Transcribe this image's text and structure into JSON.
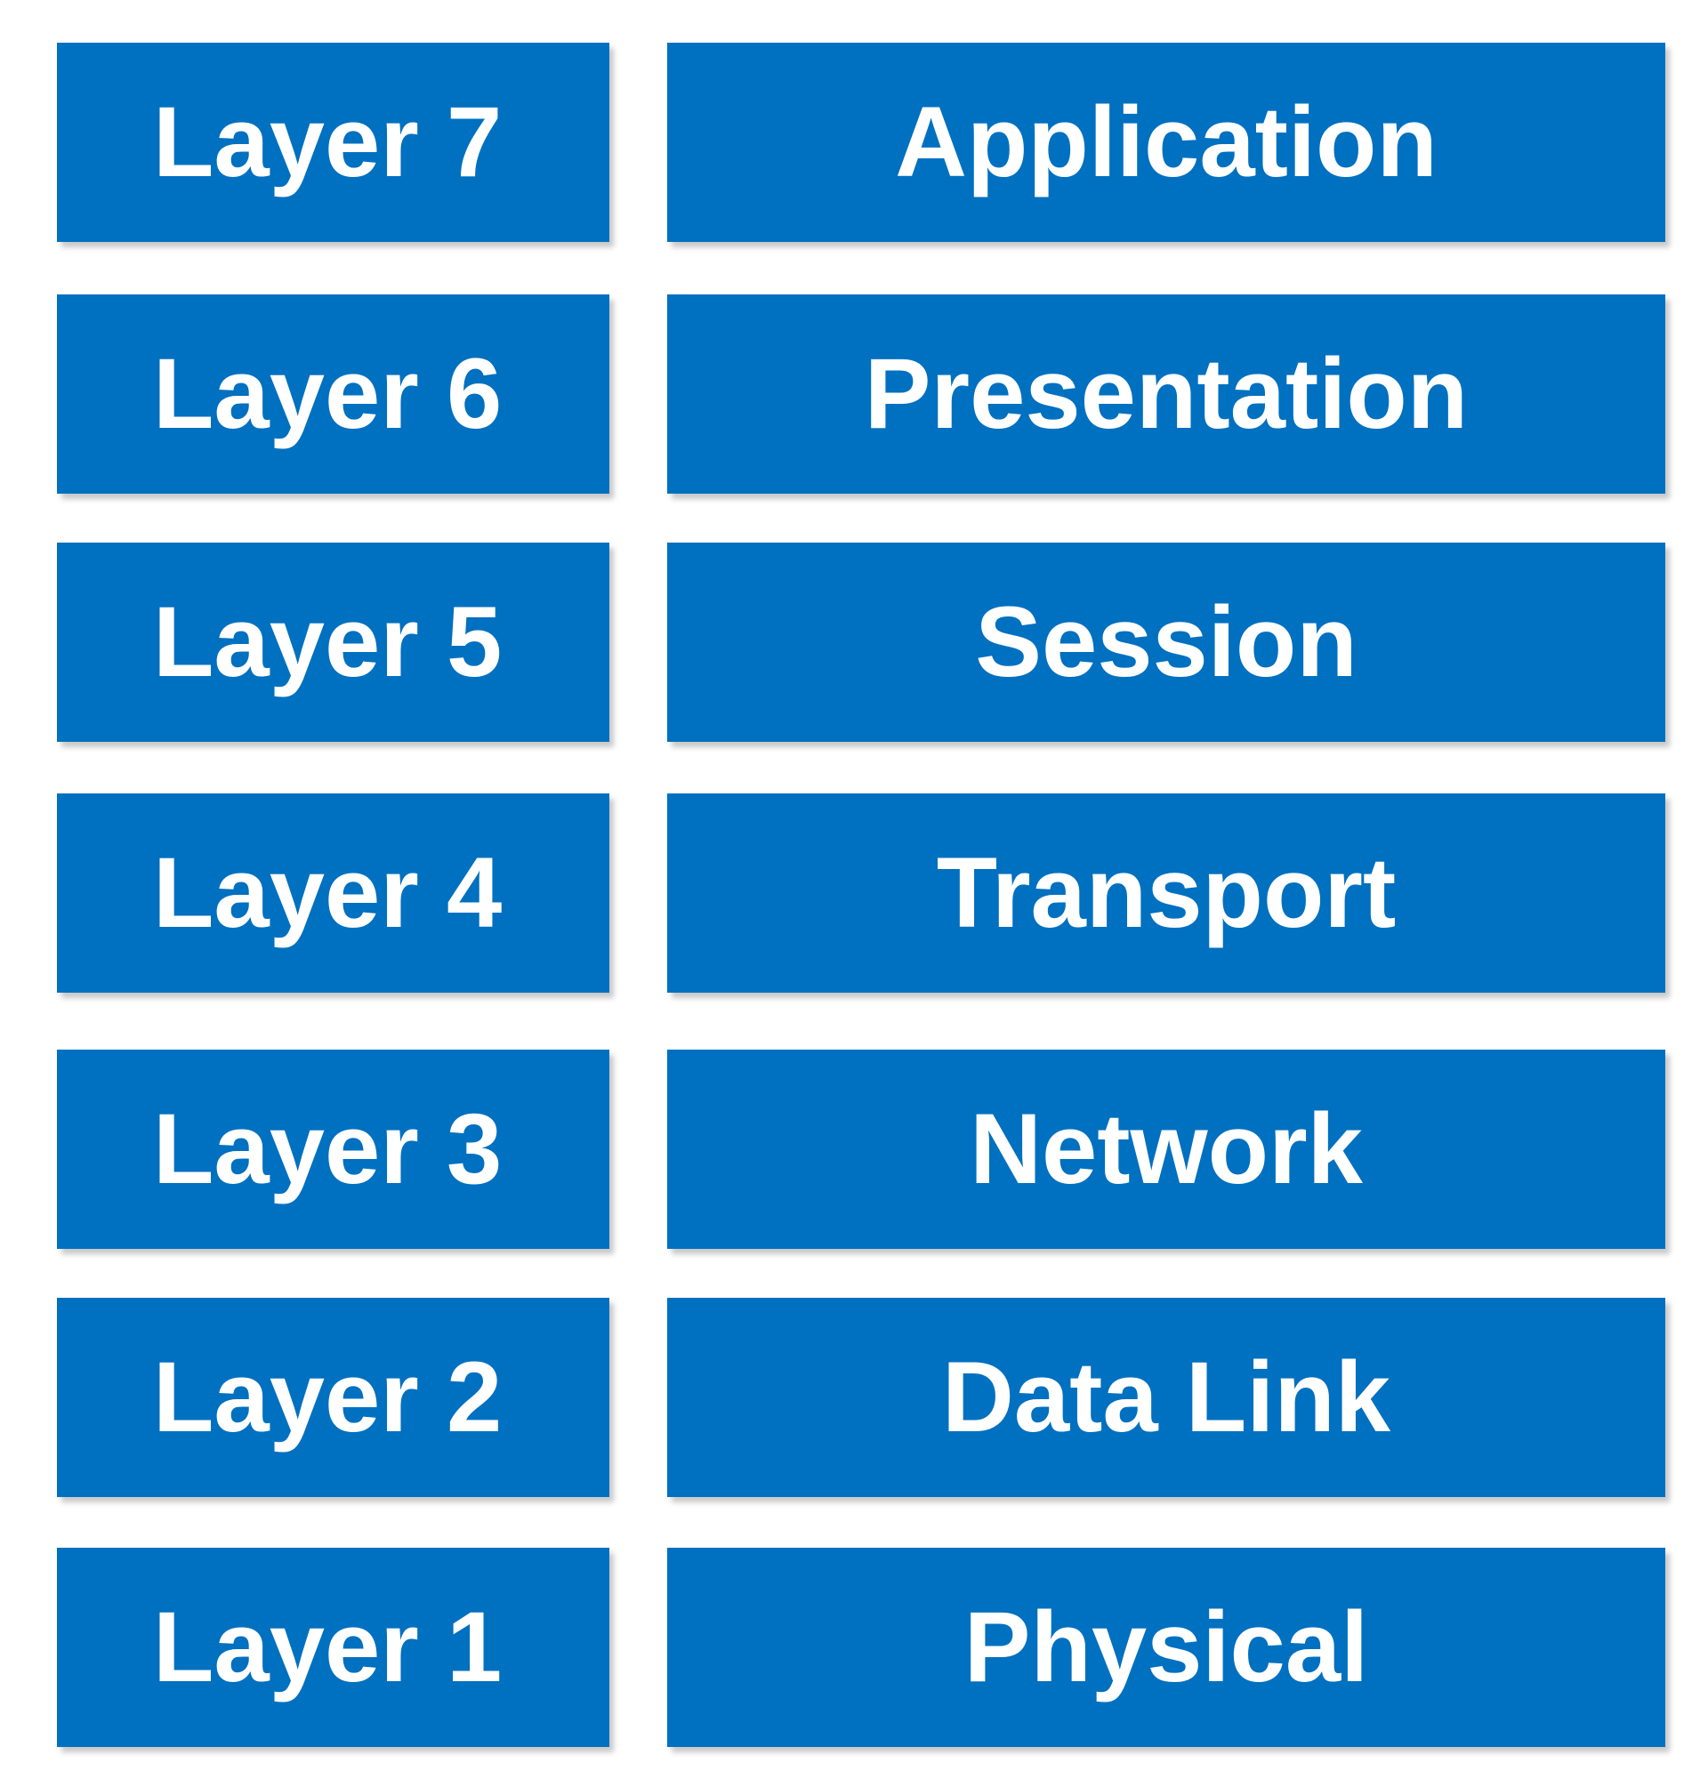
{
  "colors": {
    "box": "#0070C0",
    "text": "#FFFFFF",
    "background": "#FFFFFF"
  },
  "layers": [
    {
      "number_label": "Layer 7",
      "name": "Application"
    },
    {
      "number_label": "Layer 6",
      "name": "Presentation"
    },
    {
      "number_label": "Layer 5",
      "name": "Session"
    },
    {
      "number_label": "Layer 4",
      "name": "Transport"
    },
    {
      "number_label": "Layer 3",
      "name": "Network"
    },
    {
      "number_label": "Layer 2",
      "name": "Data Link"
    },
    {
      "number_label": "Layer 1",
      "name": "Physical"
    }
  ]
}
